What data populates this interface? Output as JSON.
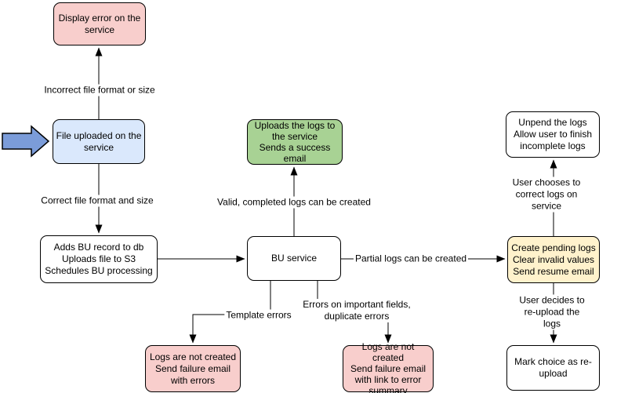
{
  "colors": {
    "node_pink": "#f8cecc",
    "node_blue": "#dae8fc",
    "node_green": "#a8d294",
    "node_yellow": "#fff2cc",
    "node_white": "#ffffff",
    "node_border": "#000000",
    "edge_stroke": "#000000",
    "start_arrow_fill": "#7b9cd9"
  },
  "nodes": {
    "display_error": {
      "text": "Display error on the\nservice"
    },
    "file_uploaded": {
      "text": "File uploaded on the\nservice"
    },
    "process_upload": {
      "text": "Adds BU record to db\nUploads file to S3\nSchedules BU processing"
    },
    "upload_success": {
      "text": "Uploads the logs to\nthe service\nSends a success\nemail"
    },
    "bu_service": {
      "text": "BU service"
    },
    "create_pending": {
      "text": "Create pending logs\nClear invalid values\nSend resume email"
    },
    "unpend_logs": {
      "text": "Unpend the logs\nAllow user to finish\nincomplete logs"
    },
    "mark_reupload": {
      "text": "Mark choice as re-\nupload"
    },
    "failure_errors": {
      "text": "Logs are not created\nSend failure email\nwith errors"
    },
    "failure_summary": {
      "text": "Logs are not created\nSend failure email\nwith link to error\nsummary"
    }
  },
  "edge_labels": {
    "incorrect_format": "Incorrect file format or size",
    "correct_format": "Correct file format and size",
    "valid_logs": "Valid, completed logs can be created",
    "partial_logs": "Partial logs can be created",
    "user_corrects": "User chooses to correct logs on service",
    "user_reuploads": "User decides to re-upload the logs",
    "template_errors": "Template errors",
    "field_errors": "Errors on important fields,\nduplicate errors"
  }
}
